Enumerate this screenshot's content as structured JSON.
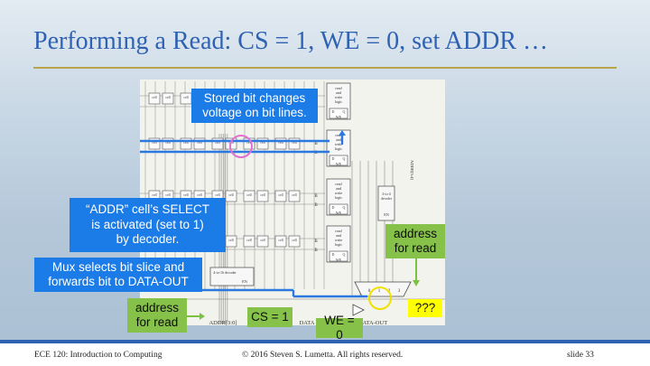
{
  "slide": {
    "title": "Performing a Read: CS = 1, WE = 0, set ADDR …",
    "callouts": {
      "stored_bit": "Stored bit changes\nvoltage on bit lines.",
      "addr_select": "“ADDR” cell’s SELECT\nis activated (set to 1)\nby decoder.",
      "mux": "Mux selects bit slice and\nforwards bit to DATA-OUT",
      "addr_read_right": "address\nfor read",
      "addr_read_left": "address\nfor read",
      "cs": "CS = 1",
      "we": "WE = 0",
      "unknown": "???"
    },
    "diagram_labels": {
      "cell": "cell",
      "rw_logic": "read\nand\nwrite\nlogic",
      "b": "B",
      "d": "D",
      "q": "Q",
      "we": "WE",
      "addr_hi": "ADDR[5:4]",
      "decoder_2to4": "2-to-4\ndecoder",
      "en": "EN",
      "decoder_4to16": "4-to-16\ndecoder",
      "addr_lo": "ADDR[3:0]",
      "data_in": "DATA",
      "data_out": "DATA-OUT"
    },
    "colors": {
      "title": "#2f62b3",
      "callout_blue": "#1b7ce8",
      "callout_green": "#86c24a",
      "callout_yellow": "#ffff00",
      "highlight": "#e070d0",
      "arrow_blue": "#2a78e0",
      "arrow_green": "#7cc242"
    }
  },
  "footer": {
    "course": "ECE 120: Introduction to Computing",
    "copyright": "© 2016 Steven S. Lumetta.  All rights reserved.",
    "slide_number": "slide 33"
  }
}
